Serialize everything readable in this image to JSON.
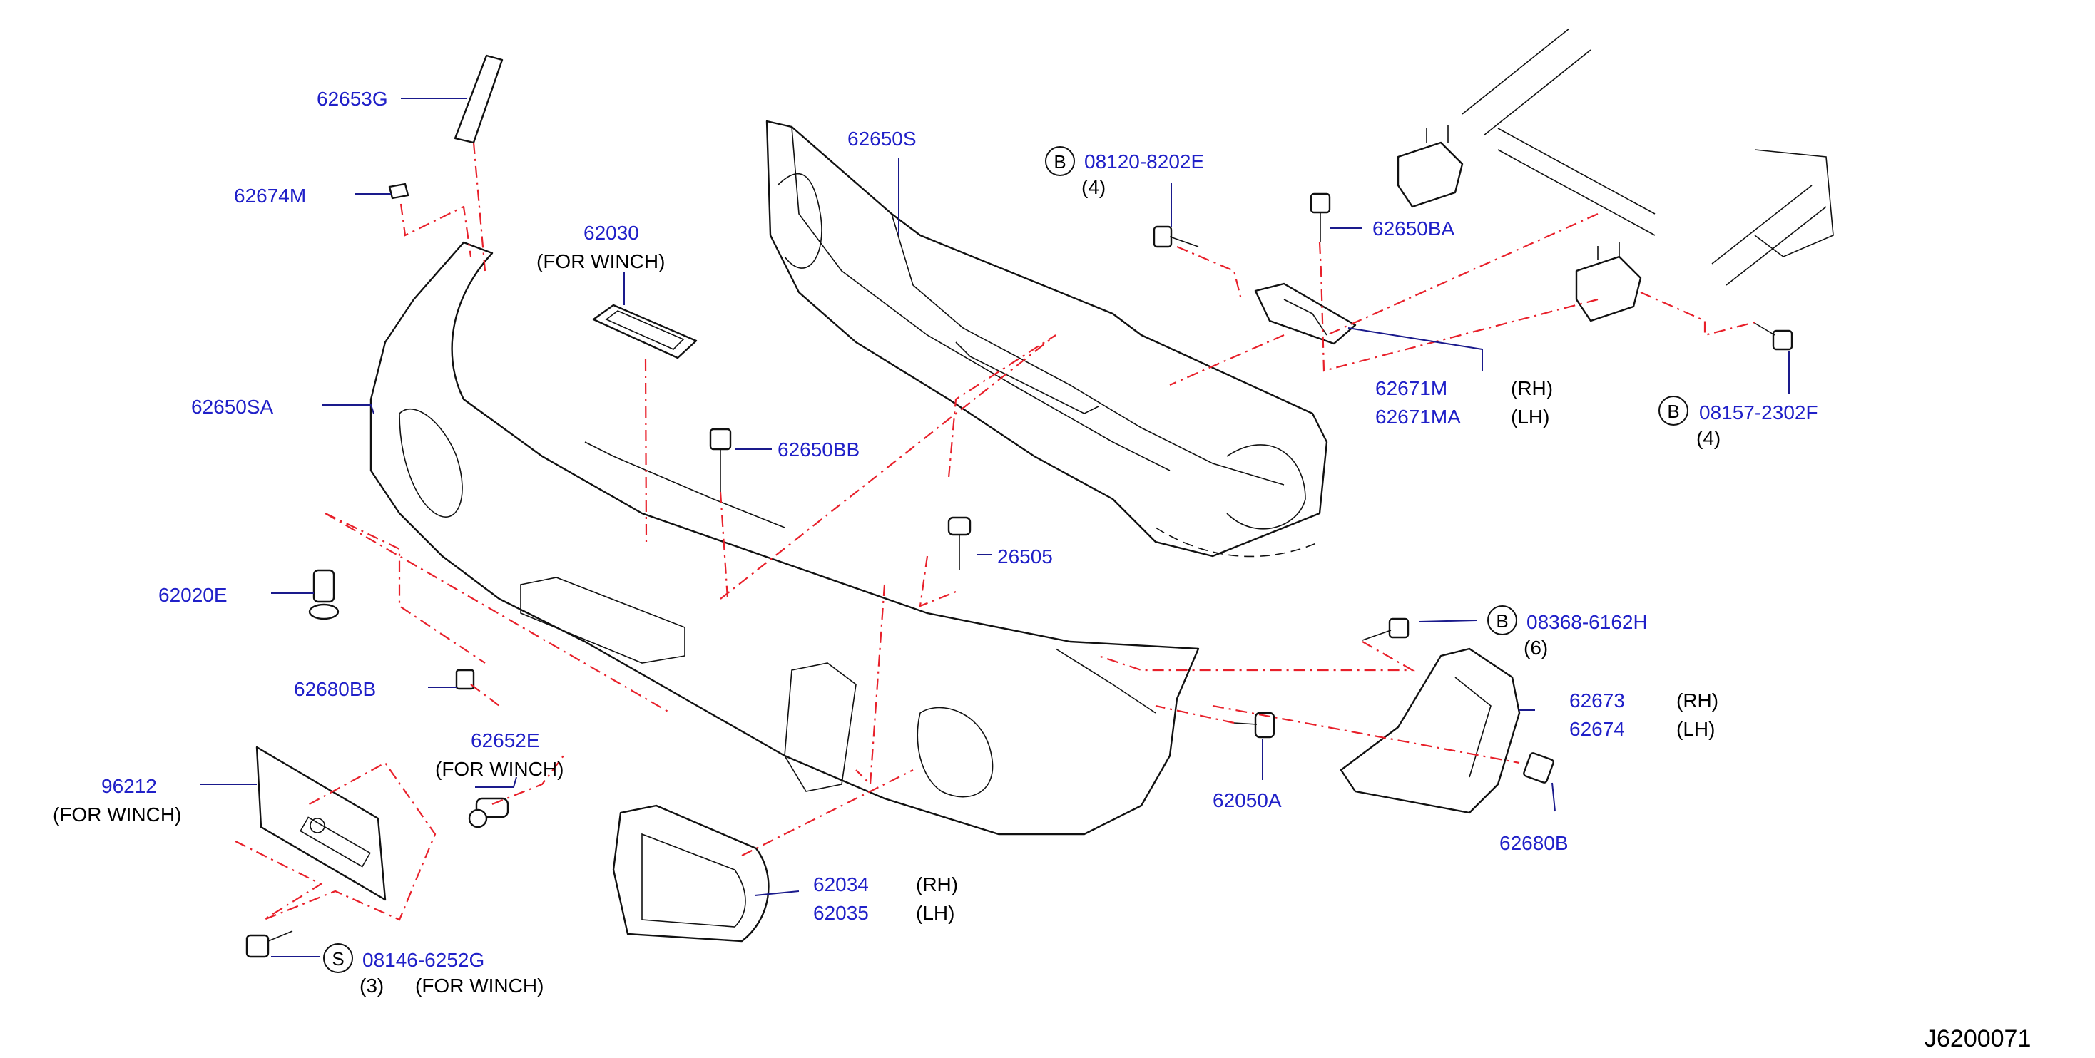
{
  "diagram_code": "J6200071",
  "callouts": [
    {
      "id": "p1",
      "part": "62653G"
    },
    {
      "id": "p2",
      "part": "62674M"
    },
    {
      "id": "p3",
      "part": "62030",
      "note": "(FOR   WINCH)"
    },
    {
      "id": "p4",
      "part": "62650S"
    },
    {
      "id": "p5",
      "part": "08120-8202E",
      "badge": "B",
      "qty": "(4)"
    },
    {
      "id": "p6",
      "part": "62650BA"
    },
    {
      "id": "p7",
      "part": "62650SA"
    },
    {
      "id": "p8",
      "part": "62671M",
      "side": "(RH)"
    },
    {
      "id": "p9",
      "part": "62671MA",
      "side": "(LH)"
    },
    {
      "id": "p10",
      "part": "08157-2302F",
      "badge": "B",
      "qty": "(4)"
    },
    {
      "id": "p11",
      "part": "62650BB"
    },
    {
      "id": "p12",
      "part": "26505"
    },
    {
      "id": "p13",
      "part": "62020E"
    },
    {
      "id": "p14",
      "part": "08368-6162H",
      "badge": "B",
      "qty": "(6)"
    },
    {
      "id": "p15",
      "part": "62680BB"
    },
    {
      "id": "p16",
      "part": "62673",
      "side": "(RH)"
    },
    {
      "id": "p17",
      "part": "62674",
      "side": "(LH)"
    },
    {
      "id": "p18",
      "part": "62652E",
      "note": "(FOR   WINCH)"
    },
    {
      "id": "p19",
      "part": "96212",
      "note": "(FOR   WINCH)"
    },
    {
      "id": "p20",
      "part": "62050A"
    },
    {
      "id": "p21",
      "part": "62680B"
    },
    {
      "id": "p22",
      "part": "62034",
      "side": "(RH)"
    },
    {
      "id": "p23",
      "part": "62035",
      "side": "(LH)"
    },
    {
      "id": "p24",
      "part": "08146-6252G",
      "badge": "S",
      "qty": "(3)",
      "note": "(FOR   WINCH)"
    }
  ]
}
